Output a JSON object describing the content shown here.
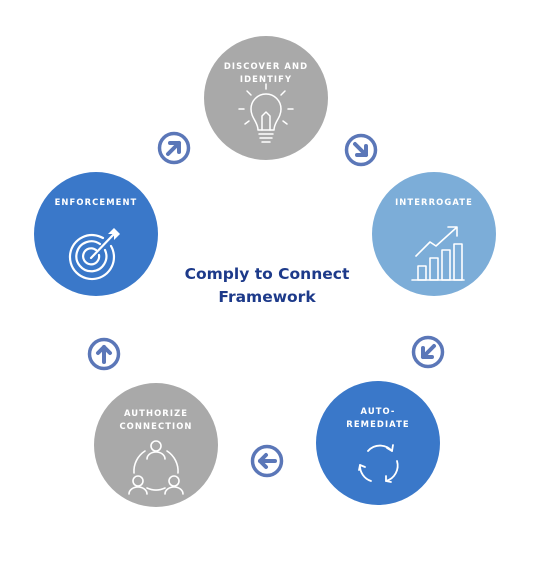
{
  "title": "Comply to Connect\nFramework",
  "nodes": [
    {
      "label": "DISCOVER AND\nIDENTIFY",
      "icon": "lightbulb-icon",
      "color": "#a9a9a9"
    },
    {
      "label": "INTERROGATE",
      "icon": "growth-chart-icon",
      "color": "#7cadd8"
    },
    {
      "label": "AUTO-\nREMEDIATE",
      "icon": "refresh-cycle-icon",
      "color": "#3a78c9"
    },
    {
      "label": "AUTHORIZE\nCONNECTION",
      "icon": "users-network-icon",
      "color": "#a9a9a9"
    },
    {
      "label": "ENFORCEMENT",
      "icon": "target-icon",
      "color": "#3a78c9"
    }
  ],
  "arrows": [
    {
      "icon": "arrow-down-right-icon"
    },
    {
      "icon": "arrow-down-left-icon"
    },
    {
      "icon": "arrow-left-icon"
    },
    {
      "icon": "arrow-up-icon"
    },
    {
      "icon": "arrow-up-right-icon"
    }
  ],
  "colors": {
    "arrow": "#5b77b8",
    "title": "#1d3a8a"
  }
}
